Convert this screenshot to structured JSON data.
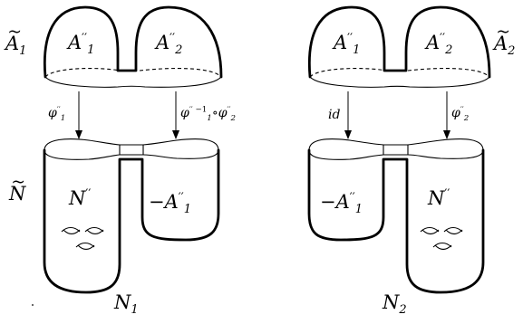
{
  "labels": {
    "left_tilde_a": "A",
    "left_tilde_a_sub": "1",
    "left_top_a": "A",
    "left_top_a_sup": "′′",
    "left_top_a_sub": "1",
    "left_top_b": "A",
    "left_top_b_sup": "′′",
    "left_top_b_sub": "2",
    "right_top_a": "A",
    "right_top_a_sup": "′′",
    "right_top_a_sub": "1",
    "right_top_b": "A",
    "right_top_b_sup": "′′",
    "right_top_b_sub": "2",
    "right_tilde_a": "A",
    "right_tilde_a_sub": "2",
    "left_map_phi": "φ",
    "left_map_phi_sup": "′′",
    "left_map_phi_sub": "1",
    "left_map_comp_a": "φ",
    "left_map_comp_a_sup": "′′ −1",
    "left_map_comp_a_sub": "1",
    "left_map_comp_op": "∘",
    "left_map_comp_b": "φ",
    "left_map_comp_b_sup": "′′",
    "left_map_comp_b_sub": "2",
    "right_map_id": "id",
    "right_map_phi": "φ",
    "right_map_phi_sup": "′′",
    "right_map_phi_sub": "2",
    "tilde_n": "N",
    "left_bottom_n": "N",
    "left_bottom_n_sup": "′′",
    "left_bottom_neg": "−A",
    "left_bottom_neg_sup": "′′",
    "left_bottom_neg_sub": "1",
    "right_bottom_neg": "−A",
    "right_bottom_neg_sup": "′′",
    "right_bottom_neg_sub": "1",
    "right_bottom_n": "N",
    "right_bottom_n_sup": "′′",
    "caption_left": "N",
    "caption_left_sub": "1",
    "caption_right": "N",
    "caption_right_sub": "2"
  }
}
